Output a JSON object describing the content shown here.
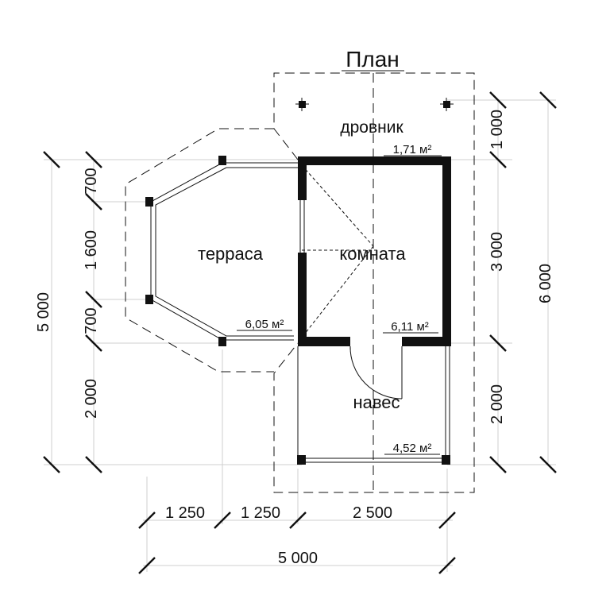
{
  "title": "План",
  "rooms": {
    "woodshed": {
      "name": "дровник",
      "area": "1,71 м²"
    },
    "terrace": {
      "name": "терраса",
      "area": "6,05 м²"
    },
    "room": {
      "name": "комната",
      "area": "6,11 м²"
    },
    "canopy": {
      "name": "навес",
      "area": "4,52 м²"
    }
  },
  "dimensions": {
    "left_chain": [
      "700",
      "1 600",
      "700",
      "2 000"
    ],
    "left_total": "5 000",
    "right_chain": [
      "1 000",
      "3 000",
      "2 000"
    ],
    "right_total": "6 000",
    "bottom_chain": [
      "1 250",
      "1 250",
      "2 500"
    ],
    "bottom_total": "5 000"
  }
}
